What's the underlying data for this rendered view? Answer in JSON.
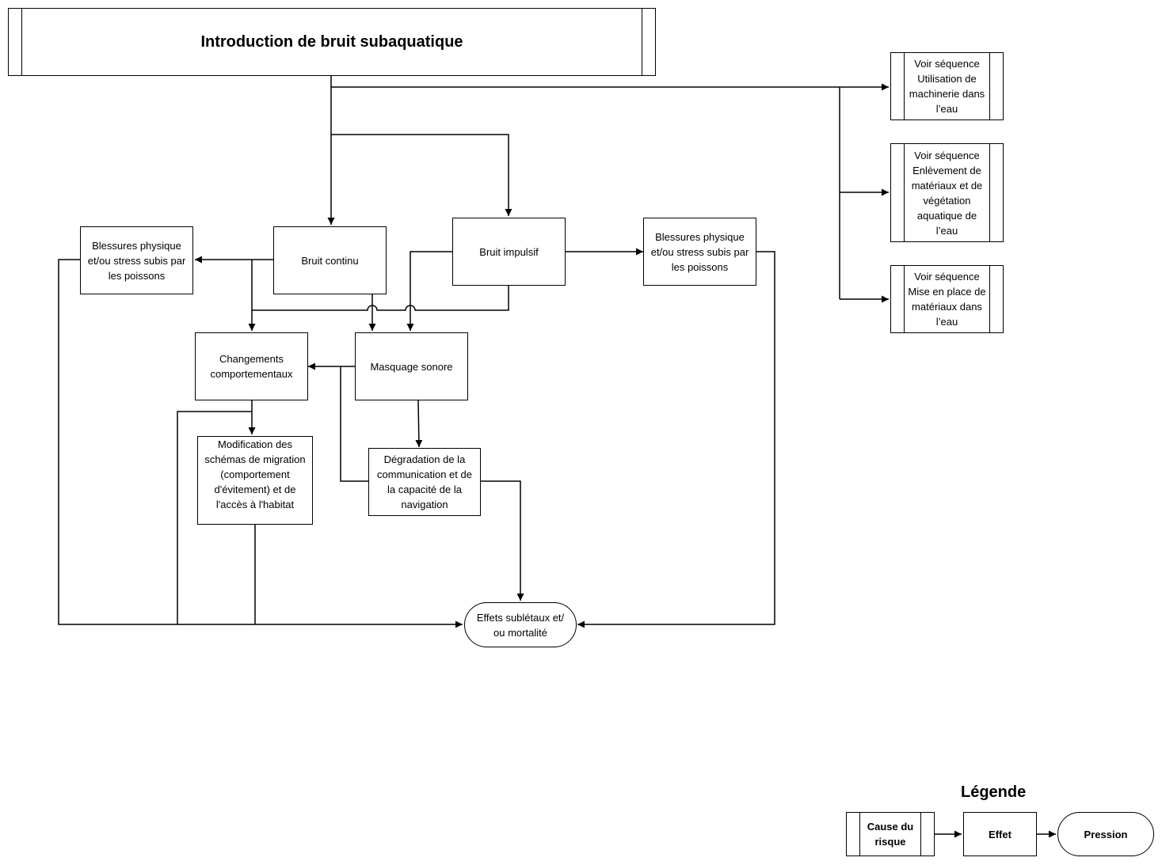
{
  "title": "Introduction de bruit subaquatique",
  "see_sequences": [
    "Voir séquence Utilisation de machinerie dans l’eau",
    "Voir séquence Enlèvement de matériaux et de  végétation aquatique de l’eau",
    "Voir séquence Mise en place de matériaux dans l’eau"
  ],
  "causes": {
    "continuous_noise": "Bruit continu",
    "impulsive_noise": "Bruit impulsif"
  },
  "effects": {
    "injury_left": "Blessures physique et/ou stress subis par les poissons",
    "injury_right": "Blessures physique et/ou stress subis par les poissons",
    "behavior_changes": "Changements comportementaux",
    "sound_masking": "Masquage sonore",
    "migration_change": "Modification des schémas de migration (comportement d'évitement) et de l'accès à l'habitat",
    "communication_degradation": "Dégradation de la communication et de la capacité de la navigation"
  },
  "pressure": "Effets sublétaux et/ ou mortalité",
  "legend": {
    "title": "Légende",
    "cause": "Cause du risque",
    "effect": "Effet",
    "pressure": "Pression"
  }
}
